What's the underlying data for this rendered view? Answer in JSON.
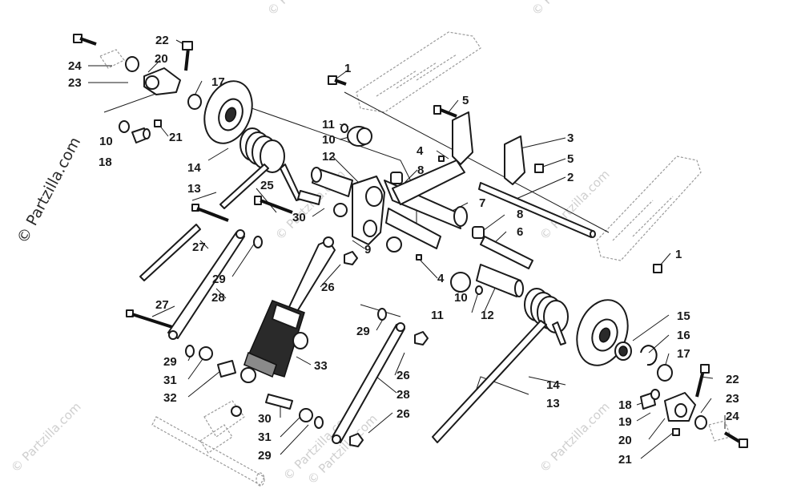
{
  "watermark": {
    "side_text": "© Partzilla.com",
    "repeat_text": "© Partzilla.com"
  },
  "callouts": [
    {
      "id": "c1a",
      "label": "1"
    },
    {
      "id": "c1b",
      "label": "1"
    },
    {
      "id": "c2",
      "label": "2"
    },
    {
      "id": "c3",
      "label": "3"
    },
    {
      "id": "c4a",
      "label": "4"
    },
    {
      "id": "c4b",
      "label": "4"
    },
    {
      "id": "c5a",
      "label": "5"
    },
    {
      "id": "c5b",
      "label": "5"
    },
    {
      "id": "c6",
      "label": "6"
    },
    {
      "id": "c7",
      "label": "7"
    },
    {
      "id": "c8a",
      "label": "8"
    },
    {
      "id": "c8b",
      "label": "8"
    },
    {
      "id": "c9",
      "label": "9"
    },
    {
      "id": "c10a",
      "label": "10"
    },
    {
      "id": "c10b",
      "label": "10"
    },
    {
      "id": "c10c",
      "label": "10"
    },
    {
      "id": "c11a",
      "label": "11"
    },
    {
      "id": "c11b",
      "label": "11"
    },
    {
      "id": "c12a",
      "label": "12"
    },
    {
      "id": "c12b",
      "label": "12"
    },
    {
      "id": "c13a",
      "label": "13"
    },
    {
      "id": "c13b",
      "label": "13"
    },
    {
      "id": "c14a",
      "label": "14"
    },
    {
      "id": "c14b",
      "label": "14"
    },
    {
      "id": "c15",
      "label": "15"
    },
    {
      "id": "c16",
      "label": "16"
    },
    {
      "id": "c17a",
      "label": "17"
    },
    {
      "id": "c17b",
      "label": "17"
    },
    {
      "id": "c18a",
      "label": "18"
    },
    {
      "id": "c18b",
      "label": "18"
    },
    {
      "id": "c19",
      "label": "19"
    },
    {
      "id": "c20a",
      "label": "20"
    },
    {
      "id": "c20b",
      "label": "20"
    },
    {
      "id": "c21a",
      "label": "21"
    },
    {
      "id": "c21b",
      "label": "21"
    },
    {
      "id": "c22a",
      "label": "22"
    },
    {
      "id": "c22b",
      "label": "22"
    },
    {
      "id": "c23a",
      "label": "23"
    },
    {
      "id": "c23b",
      "label": "23"
    },
    {
      "id": "c24a",
      "label": "24"
    },
    {
      "id": "c24b",
      "label": "24"
    },
    {
      "id": "c25",
      "label": "25"
    },
    {
      "id": "c26a",
      "label": "26"
    },
    {
      "id": "c26b",
      "label": "26"
    },
    {
      "id": "c26c",
      "label": "26"
    },
    {
      "id": "c27a",
      "label": "27"
    },
    {
      "id": "c27b",
      "label": "27"
    },
    {
      "id": "c28a",
      "label": "28"
    },
    {
      "id": "c28b",
      "label": "28"
    },
    {
      "id": "c29a",
      "label": "29"
    },
    {
      "id": "c29b",
      "label": "29"
    },
    {
      "id": "c29c",
      "label": "29"
    },
    {
      "id": "c29d",
      "label": "29"
    },
    {
      "id": "c30a",
      "label": "30"
    },
    {
      "id": "c30b",
      "label": "30"
    },
    {
      "id": "c31a",
      "label": "31"
    },
    {
      "id": "c31b",
      "label": "31"
    },
    {
      "id": "c32",
      "label": "32"
    },
    {
      "id": "c33",
      "label": "33"
    }
  ]
}
